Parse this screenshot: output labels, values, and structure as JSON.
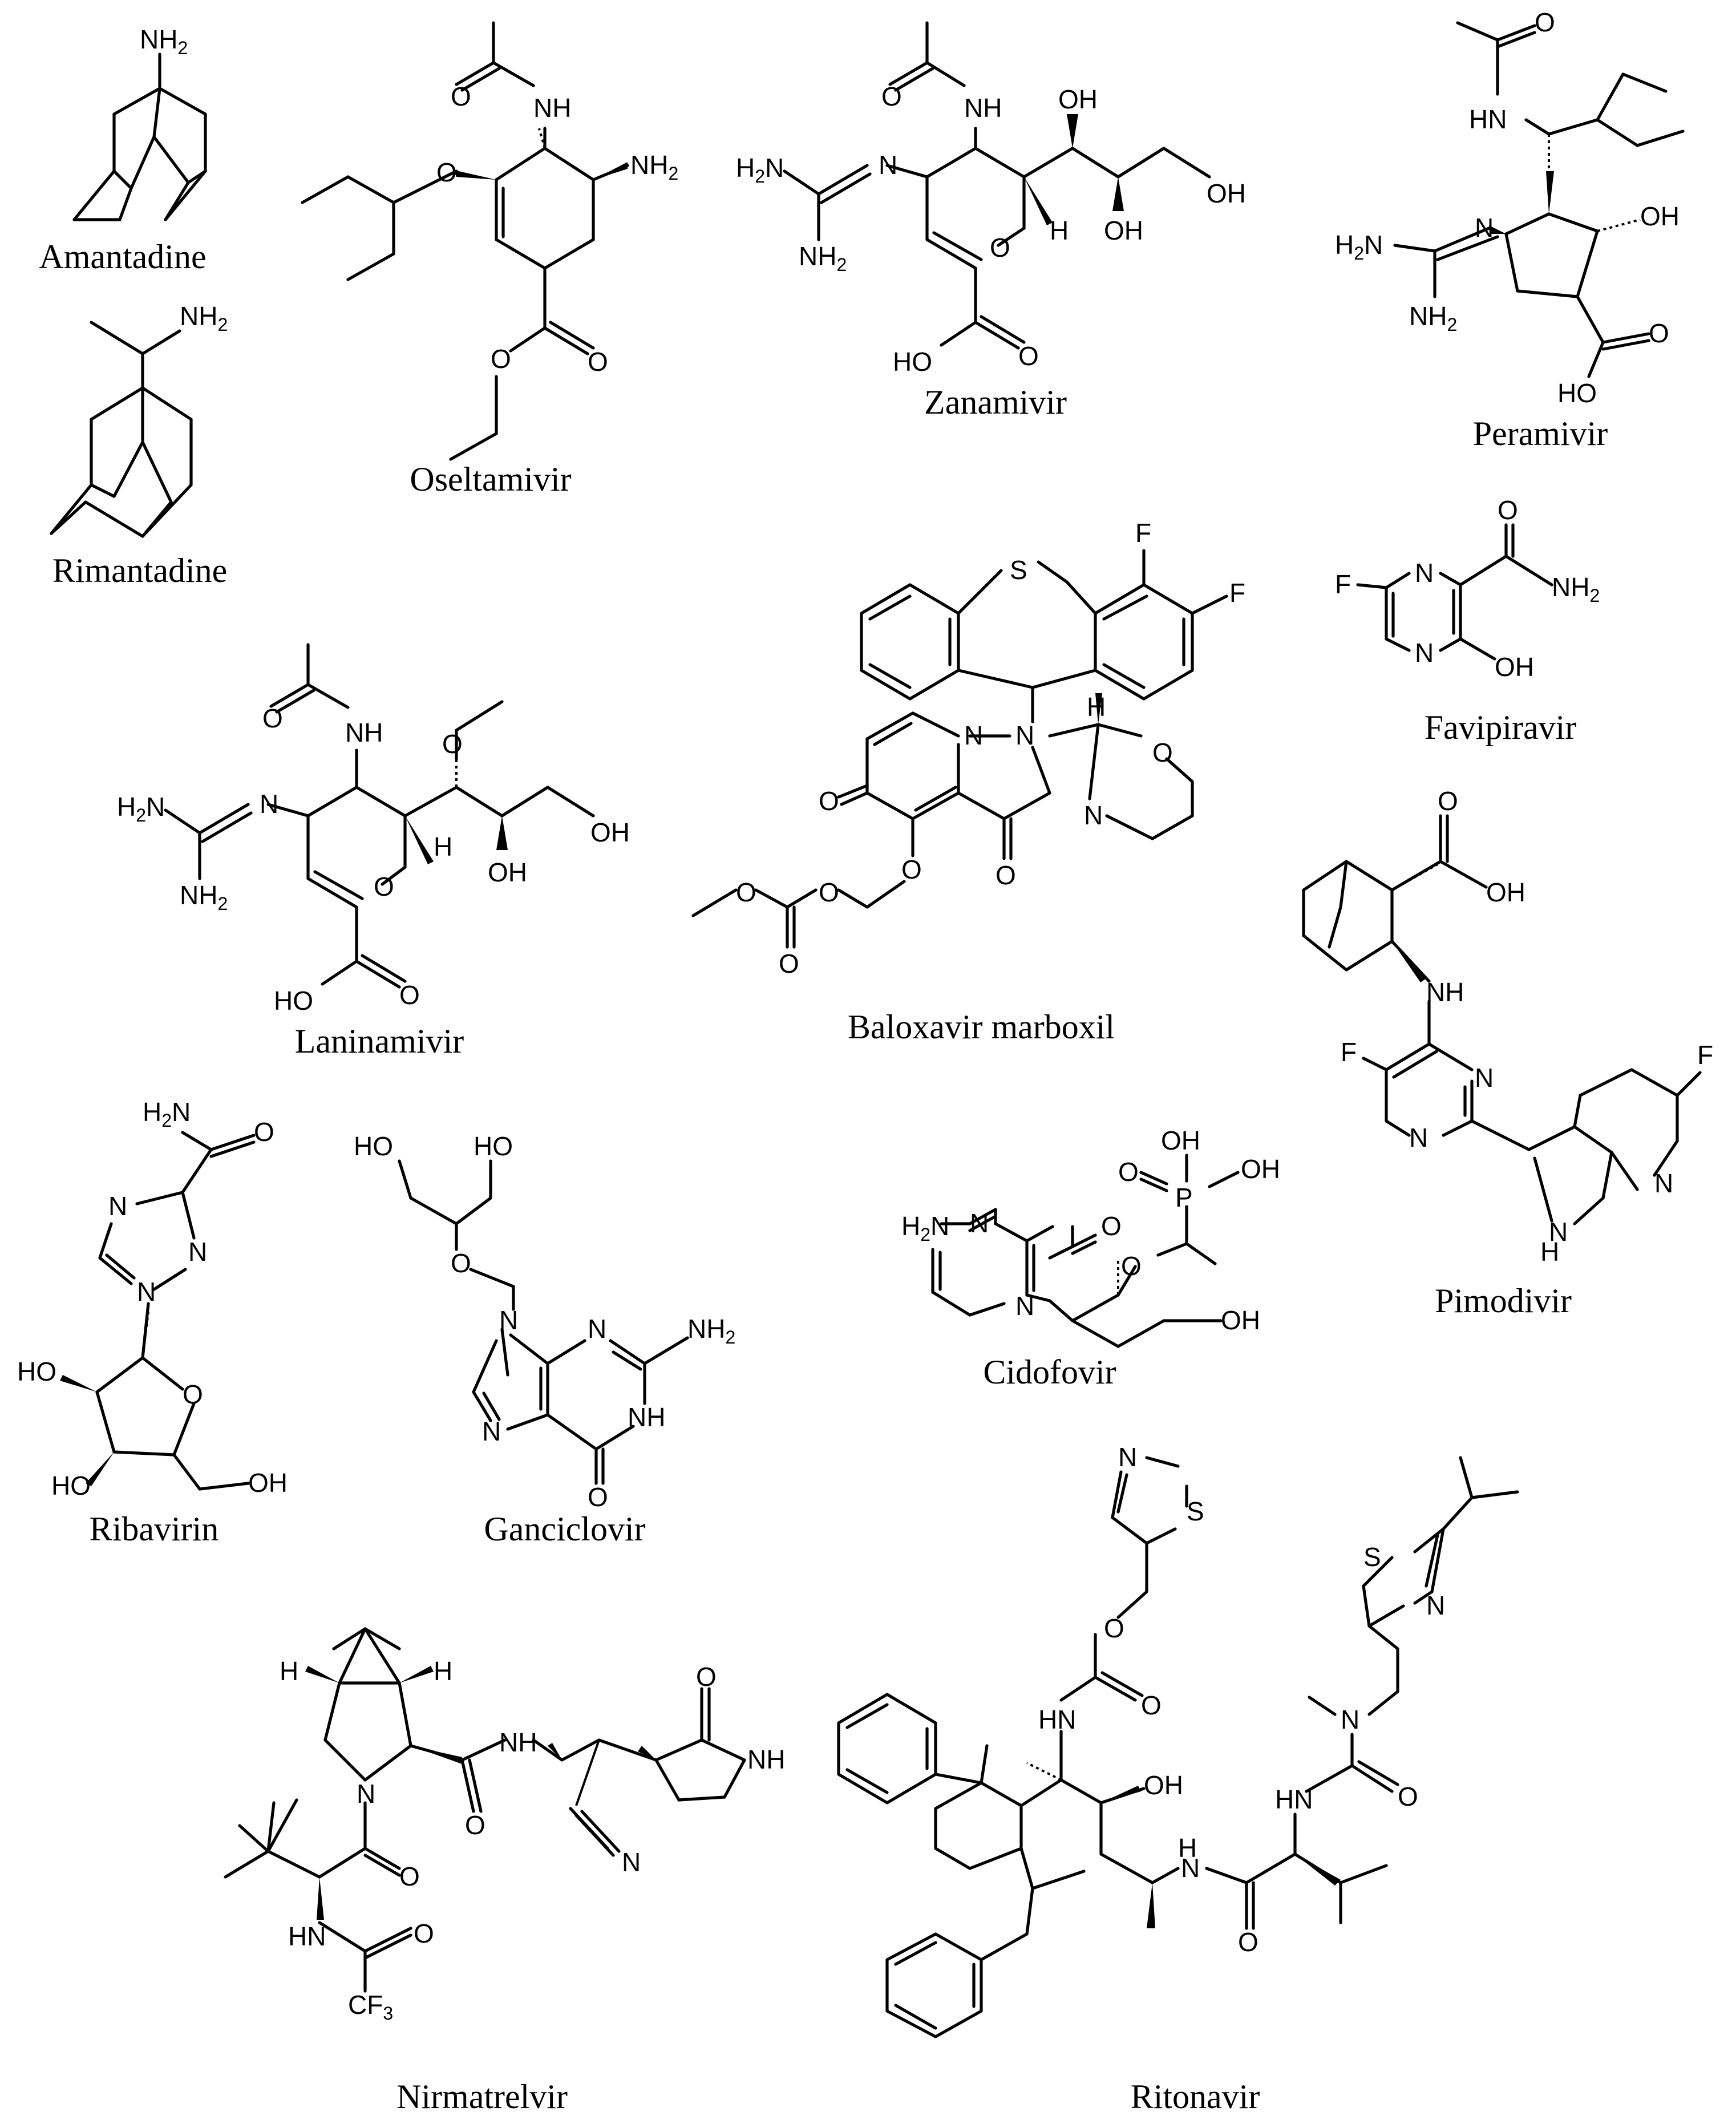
{
  "compounds": [
    {
      "id": "amantadine",
      "name": "Amantadine"
    },
    {
      "id": "rimantadine",
      "name": "Rimantadine"
    },
    {
      "id": "oseltamivir",
      "name": "Oseltamivir"
    },
    {
      "id": "zanamivir",
      "name": "Zanamivir"
    },
    {
      "id": "peramivir",
      "name": "Peramivir"
    },
    {
      "id": "laninamivir",
      "name": "Laninamivir"
    },
    {
      "id": "baloxavir",
      "name": "Baloxavir marboxil"
    },
    {
      "id": "favipiravir",
      "name": "Favipiravir"
    },
    {
      "id": "pimodivir",
      "name": "Pimodivir"
    },
    {
      "id": "ribavirin",
      "name": "Ribavirin"
    },
    {
      "id": "ganciclovir",
      "name": "Ganciclovir"
    },
    {
      "id": "cidofovir",
      "name": "Cidofovir"
    },
    {
      "id": "nirmatrelvir",
      "name": "Nirmatrelvir"
    },
    {
      "id": "ritonavir",
      "name": "Ritonavir"
    }
  ]
}
